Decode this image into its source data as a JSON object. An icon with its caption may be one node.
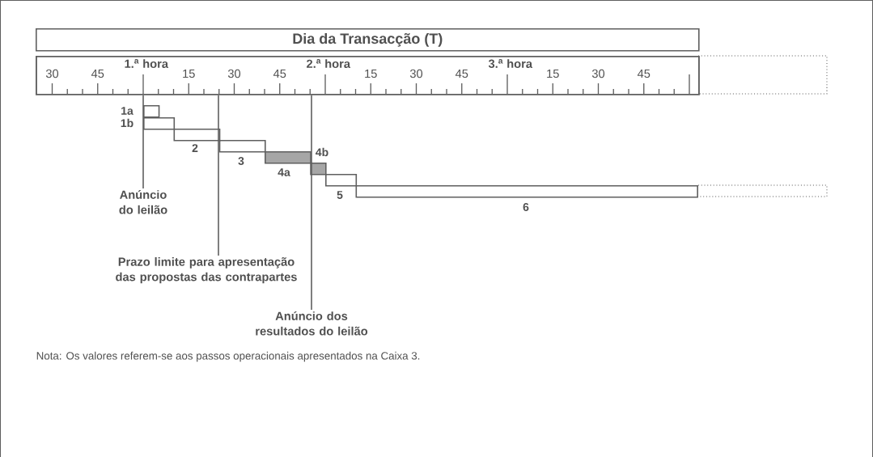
{
  "diagram": {
    "nodes": [
      {
        "text": [
          "Dia da Transacção (T)"
        ]
      },
      {
        "text": [],
        "shape": "box"
      },
      {
        "text": [
          "1a"
        ]
      },
      {
        "text": [
          "1b"
        ]
      },
      {
        "text": [
          "2"
        ]
      },
      {
        "text": [
          "3"
        ]
      },
      {
        "text": [
          "4a"
        ]
      },
      {
        "text": [
          "4b"
        ]
      },
      {
        "text": [
          "5"
        ]
      },
      {
        "text": [
          "6"
        ]
      },
      {
        "text": [
          "Anúncio do leilão"
        ]
      },
      {
        "text": [
          "Prazo limite para apresentação das propostas das contrapartes"
        ]
      },
      {
        "text": [
          "Anúncio dos resultados do leilão"
        ]
      }
    ],
    "edges": [
      {
        "from": 10,
        "to": 1,
        "arrow": "none"
      },
      {
        "from": 11,
        "to": 1,
        "arrow": "none"
      },
      {
        "from": 12,
        "to": 1,
        "arrow": "none"
      }
    ],
    "labels": [
      "30",
      "45",
      "1.$^{a}$ hora",
      "15",
      "30",
      "45",
      "2.$^{a}$ hora",
      "15",
      "30",
      "45",
      "3.$^{a}$ hora",
      "15",
      "30",
      "45",
      "Nota: Os valores referem-se aos passos operacionais apresentados na Caixa 3."
    ]
  }
}
